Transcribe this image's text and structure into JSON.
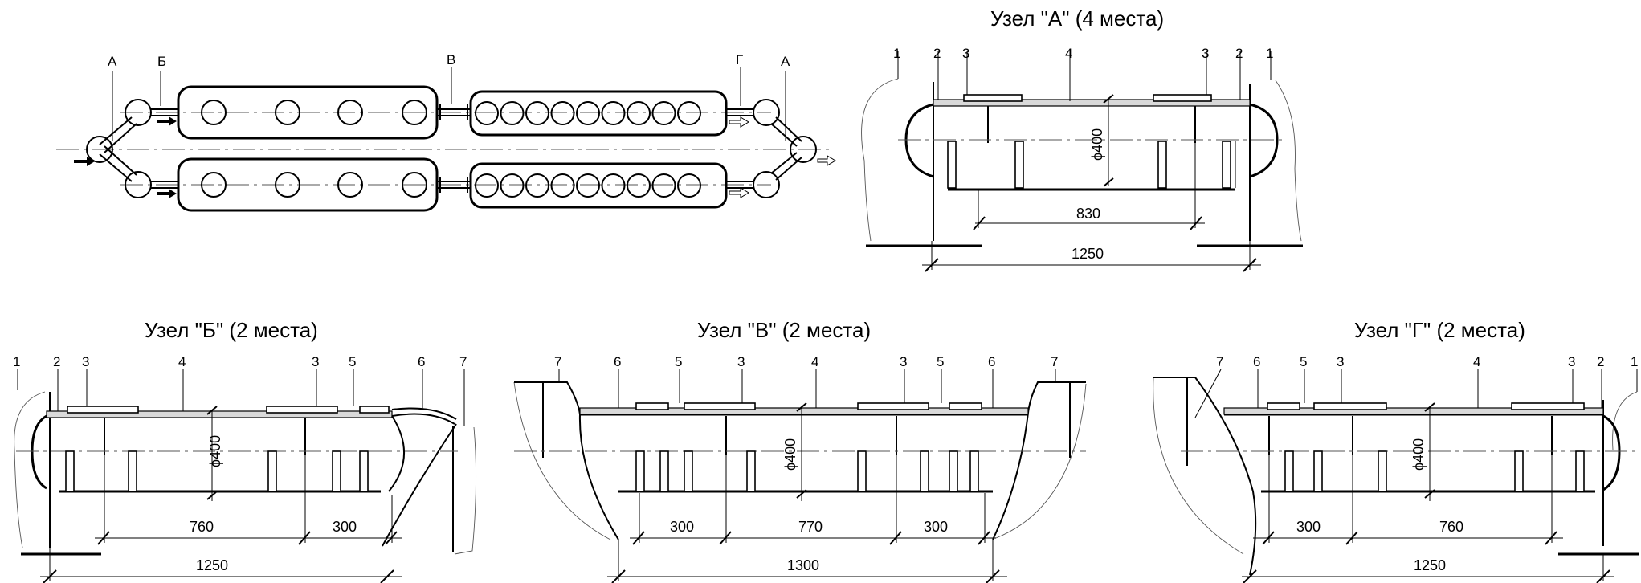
{
  "scheme": {
    "labels": [
      "А",
      "Б",
      "В",
      "Г",
      "А"
    ]
  },
  "nodes": {
    "A": {
      "title": "Узел \"А\" (4 места)",
      "parts": [
        "1",
        "2",
        "3",
        "4",
        "3",
        "2",
        "1"
      ],
      "diameter": "ϕ400",
      "dims": [
        "830",
        "1250"
      ]
    },
    "B": {
      "title": "Узел \"Б\" (2 места)",
      "parts": [
        "1",
        "2",
        "3",
        "4",
        "3",
        "5",
        "6",
        "7"
      ],
      "diameter": "ϕ400",
      "dims": [
        "760",
        "300",
        "1250"
      ]
    },
    "V": {
      "title": "Узел \"В\" (2 места)",
      "parts": [
        "7",
        "6",
        "5",
        "3",
        "4",
        "3",
        "5",
        "6",
        "7"
      ],
      "diameter": "ϕ400",
      "dims": [
        "300",
        "770",
        "300",
        "1300"
      ]
    },
    "G": {
      "title": "Узел \"Г\" (2 места)",
      "parts": [
        "7",
        "6",
        "5",
        "3",
        "4",
        "3",
        "2",
        "1"
      ],
      "diameter": "ϕ400",
      "dims": [
        "300",
        "760",
        "1250"
      ]
    }
  }
}
